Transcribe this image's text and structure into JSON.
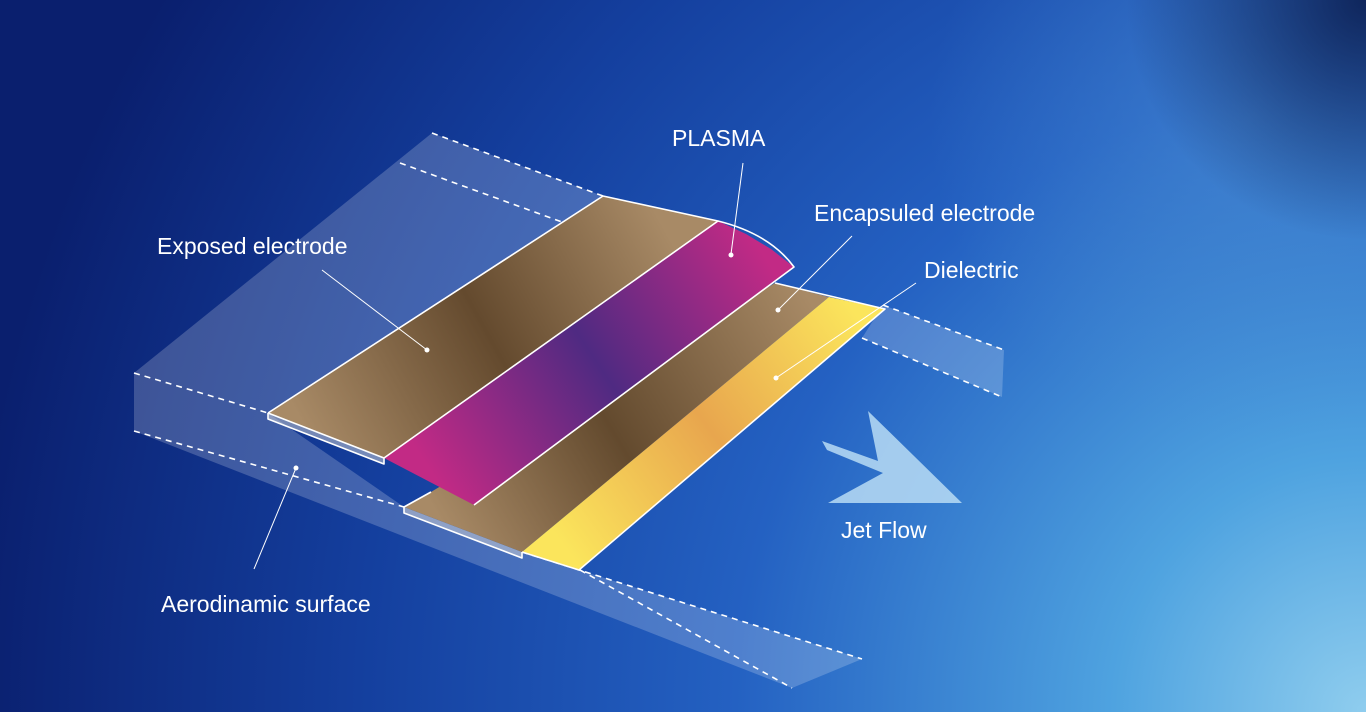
{
  "labels": {
    "plasma": "PLASMA",
    "encapsuled_electrode": "Encapsuled electrode",
    "dielectric": "Dielectric",
    "exposed_electrode": "Exposed electrode",
    "aerodynamic_surface": "Aerodinamic surface",
    "jet_flow": "Jet Flow"
  },
  "colors": {
    "background_dark": "#0a1f6e",
    "background_light": "#8ccbed",
    "electrode": "#6b4c2c",
    "electrode_light": "#a88a66",
    "plasma_magenta": "#c22a85",
    "plasma_purple": "#4d2a82",
    "dielectric_yellow": "#fbe55c",
    "dielectric_orange": "#e8a64e",
    "arrow": "#b9dcf4"
  }
}
